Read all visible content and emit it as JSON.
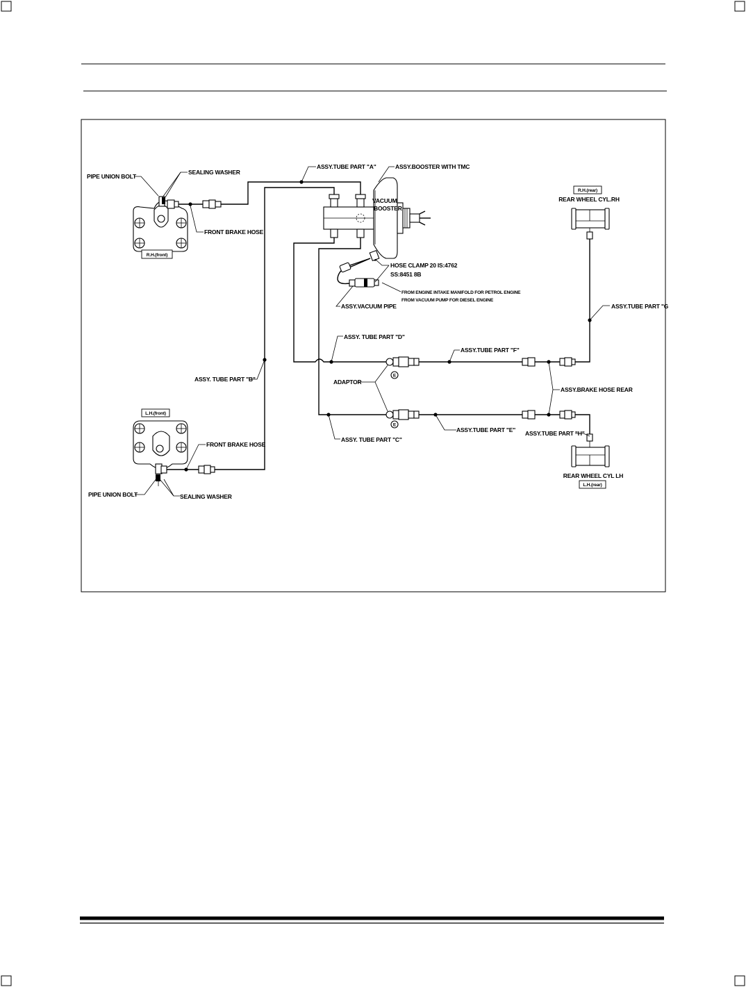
{
  "diagram": {
    "labels": {
      "pipe_union_bolt_top": "PIPE UNION BOLT",
      "sealing_washer_top": "SEALING WASHER",
      "front_brake_hose_top": "FRONT BRAKE HOSE",
      "rh_front": "R.H.(front)",
      "assy_tube_a": "ASSY.TUBE PART \"A\"",
      "assy_booster": "ASSY.BOOSTER WITH TMC",
      "vacuum": "VACUUM",
      "booster": "BOOSTER",
      "rh_rear": "R.H.(rear)",
      "rear_wheel_cyl_rh": "REAR WHEEL CYL.RH",
      "hose_clamp_1": "HOSE CLAMP 20 IS:4762",
      "hose_clamp_2": "SS:8451 8B",
      "from_engine_1": "FROM ENGINE INTAKE MANIFOLD FOR PETROL ENGINE",
      "from_engine_2": "FROM VACUUM PUMP FOR DIESEL ENGINE",
      "assy_vacuum_pipe": "ASSY.VACUUM PIPE",
      "assy_tube_g": "ASSY.TUBE PART \"G",
      "assy_tube_d": "ASSY. TUBE PART \"D\"",
      "assy_tube_f": "ASSY.TUBE PART \"F\"",
      "assy_tube_b": "ASSY. TUBE PART \"B\"",
      "adaptor": "ADAPTOR",
      "assy_brake_hose_rear": "ASSY.BRAKE HOSE REAR",
      "lh_front": "L.H.(front)",
      "front_brake_hose_bottom": "FRONT BRAKE HOSE",
      "assy_tube_c": "ASSY. TUBE PART \"C\"",
      "assy_tube_e": "ASSY.TUBE PART \"E\"",
      "assy_tube_h": "ASSY.TUBE PART \"H\"",
      "rear_wheel_cyl_lh": "REAR WHEEL CYL LH",
      "lh_rear": "L.H.(rear)",
      "pipe_union_bolt_bottom": "PIPE UNION BOLT",
      "sealing_washer_bottom": "SEALING WASHER",
      "adaptor_mark": "E"
    }
  }
}
